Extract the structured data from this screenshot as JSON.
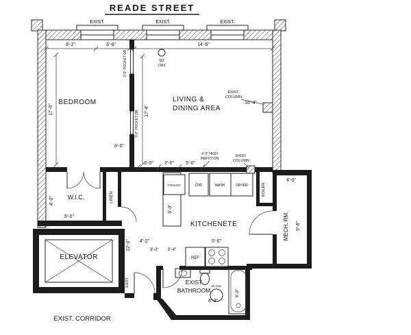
{
  "street": {
    "name": "READE STREET"
  },
  "windows": {
    "label": "EXIST."
  },
  "rooms": {
    "bedroom": "BEDROOM",
    "living_line1": "LIVING &",
    "living_line2": "DINING AREA",
    "wic": "W.I.C.",
    "linen": "LINEN",
    "kitchenete": "KITCHENETE",
    "boiler": "BOILER",
    "mech_rm": "MECH. RM.",
    "elevator": "ELEVATOR",
    "bathroom_line1": "EXIST",
    "bathroom_line2": "BATHROOM",
    "corridor": "EXIST. CORRIDOR"
  },
  "fixtures": {
    "cooler": "COOLER",
    "dw": "DW",
    "wash": "WASH",
    "dryer": "DRYER",
    "ref": "REF",
    "water_heater": "60 GAL"
  },
  "devices": {
    "sd_line1": "SD/",
    "sd_line2": "CMS"
  },
  "notes": {
    "pocket_door": "3'-0\" POCKET DR.",
    "exist_column_line1": "EXIST.",
    "exist_column_line2": "COLUMN",
    "partition_line1": "4'-0\" HIGH",
    "partition_line2": "PARTITION",
    "entry_exist": "EXIST."
  },
  "dims": {
    "bedroom_width": "8'-2\"",
    "closet_width": "3'-6\"",
    "living_width": "14'-6\"",
    "bedroom_depth": "17'-0\"",
    "living_depth": "17'-4\"",
    "living_right": "16'-4\"",
    "closet_wall": "8'-0\"",
    "partition_a": "3'-0\"",
    "partition_b": "2'-0\"",
    "partition_c": "5'-0\"",
    "wic_depth": "4'-0\"",
    "wic_width": "5'-0\"",
    "island_length": "5'-0\"",
    "mech_width": "4'-0\"",
    "mech_depth": "9'-6\"",
    "hall_length": "12'-0\"",
    "hall_width": "4'-2\"",
    "hall_a": "3'-0\"",
    "hall_b": "3'-4\"",
    "counter_width": "5'-6\"",
    "bathroom_width": "8'-3\"",
    "tub_length": "6'-0\""
  },
  "colors": {
    "ink": "#1c1c1c",
    "paper": "#ffffff"
  }
}
